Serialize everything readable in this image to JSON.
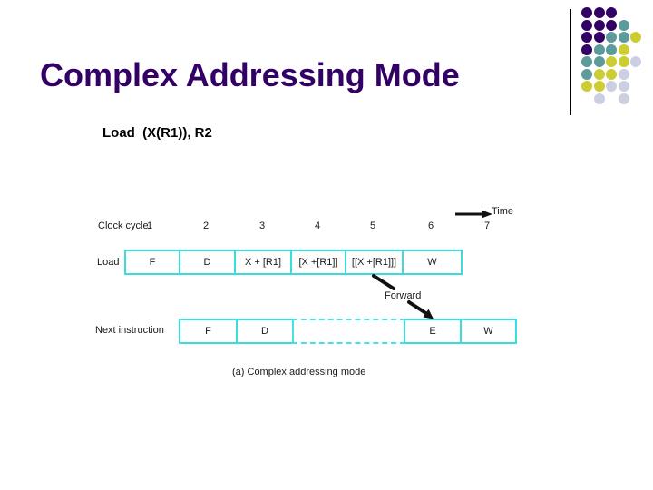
{
  "slide": {
    "title": "Complex Addressing Mode",
    "subtitle": "Load  (X(R1)), R2",
    "caption": "(a) Complex addressing mode"
  },
  "diagram": {
    "clock_cycle_label": "Clock cycle",
    "cycle_numbers": [
      "1",
      "2",
      "3",
      "4",
      "5",
      "6",
      "7"
    ],
    "time_label": "Time",
    "forward_label": "Forward",
    "rows": [
      {
        "label": "Load",
        "stages": [
          "F",
          "D",
          "X + [R1]",
          "[X +[R1]]",
          "[[X +[R1]]]",
          "W"
        ]
      },
      {
        "label": "Next instruction",
        "stages": [
          "F",
          "D",
          "",
          "E",
          "W"
        ]
      }
    ]
  },
  "colors": {
    "box_border_cyan": "#3bdcdc",
    "title_purple": "#330066",
    "arrow_black": "#111111",
    "dot_purple": "#330066",
    "dot_teal": "#5d9b9b",
    "dot_yellow": "#cccc33",
    "dot_gray": "#cccfe2"
  },
  "decoration": {
    "dot_pattern": [
      "PPP..",
      "PPPT.",
      "PPTTY",
      "PTTY.",
      "TTYYG",
      "TYYG.",
      "YYGG.",
      ".G.G."
    ]
  }
}
